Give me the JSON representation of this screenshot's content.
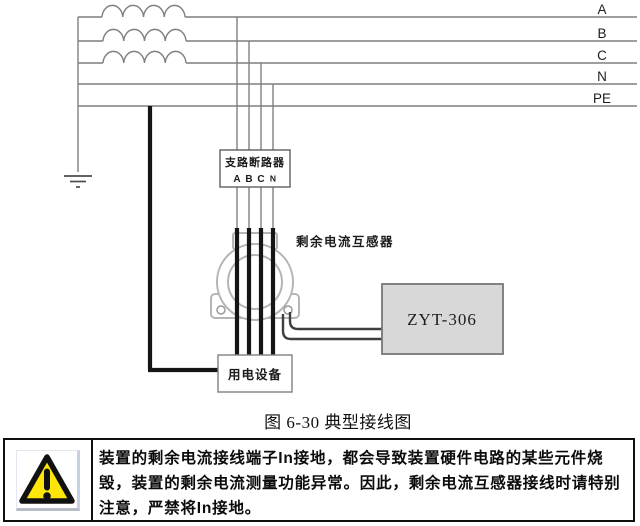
{
  "colors": {
    "line_gray": "#7f7f7f",
    "cable_black": "#151515",
    "ct_outline_gray": "#b5b5b5",
    "device_box_fill": "#d8d8d8",
    "warning_yellow": "#ffe60a"
  },
  "diagram": {
    "phase_labels": [
      "A",
      "B",
      "C",
      "N",
      "PE"
    ],
    "breaker_label": "支路断路器",
    "breaker_terminals": [
      "A",
      "B",
      "C",
      "N"
    ],
    "ct_label": "剩余电流互感器",
    "device_label": "ZYT-306",
    "load_label": "用电设备"
  },
  "caption": "图 6-30  典型接线图",
  "warning": {
    "lines": [
      "装置的剩余电流接线端子In接地，都会导致装置硬件电路的某些元件烧",
      "毁，装置的剩余电流测量功能异常。因此，剩余电流互感器接线时请特别",
      "注意，严禁将In接地。"
    ]
  }
}
